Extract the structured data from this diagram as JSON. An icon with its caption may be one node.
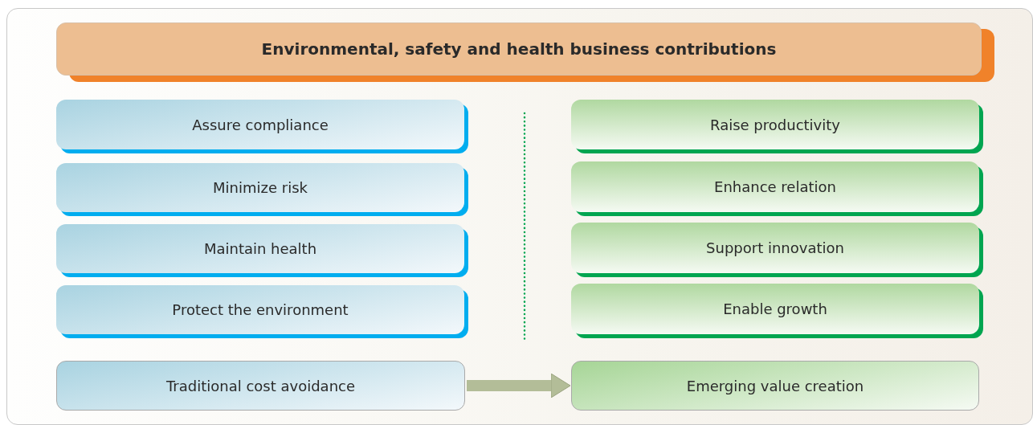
{
  "diagram": {
    "nodes": [
      {
        "text": [
          "Environmental, safety and health business contributions"
        ]
      },
      {
        "text": [
          "Assure compliance"
        ]
      },
      {
        "text": [
          "Minimize risk"
        ]
      },
      {
        "text": [
          "Maintain health"
        ]
      },
      {
        "text": [
          "Protect the environment"
        ]
      },
      {
        "text": [
          "Raise productivity"
        ]
      },
      {
        "text": [
          "Enhance relation"
        ]
      },
      {
        "text": [
          "Support innovation"
        ]
      },
      {
        "text": [
          "Enable growth"
        ]
      },
      {
        "text": [
          "Traditional cost avoidance"
        ]
      },
      {
        "text": [
          "Emerging value creation"
        ]
      }
    ],
    "edges": [
      {
        "from": 9,
        "to": 10,
        "arrow": "to"
      }
    ]
  }
}
